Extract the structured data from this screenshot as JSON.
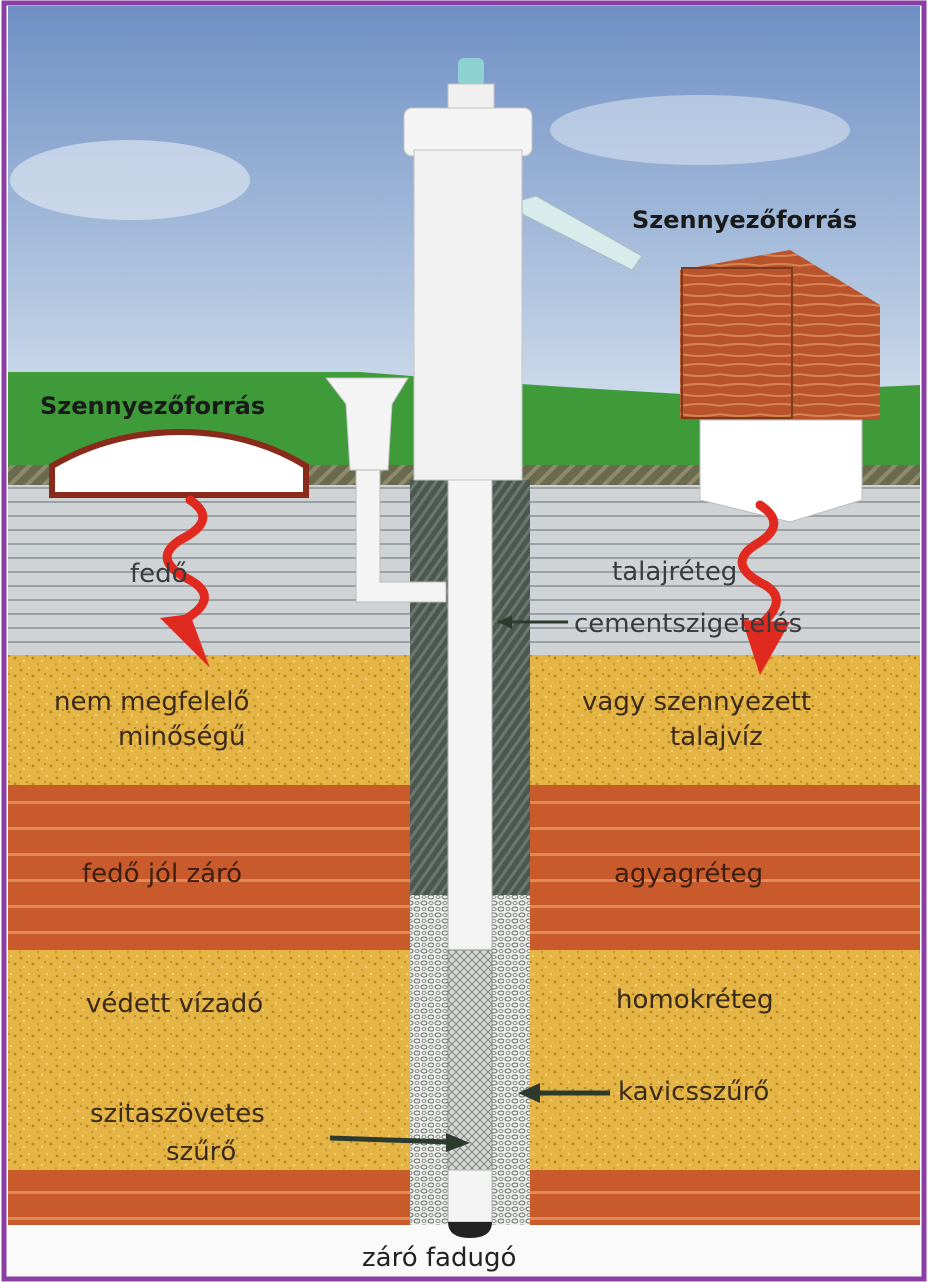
{
  "diagram": {
    "labels": {
      "source_left": "Szennyezőforrás",
      "source_right": "Szennyezőforrás",
      "cover_left": "fedő",
      "soil_layer": "talajréteg",
      "cement": "cementszigetelés",
      "bad_quality_1": "nem megfelelő",
      "bad_quality_2": "minőségű",
      "contaminated_1": "vagy szennyezett",
      "contaminated_2": "talajvíz",
      "cover_sealing": "fedő jól záró",
      "clay_layer": "agyagréteg",
      "protected_aquifer": "védett vízadó",
      "sand_layer": "homokréteg",
      "gravel_filter": "kavicsszűrő",
      "screen_filter_1": "szitaszövetes",
      "screen_filter_2": "szűrő",
      "end_plug": "záró fadugó"
    },
    "colors": {
      "sky_top": "#6f8fc4",
      "sky_bottom": "#c9d8ea",
      "grass": "#3f9a3a",
      "soil_gray": "#c8ccd0",
      "sand": "#e2b243",
      "clay": "#c8582a",
      "pipe": "#f4f4f4",
      "cement": "#4f5a52",
      "arrow_red": "#e02a1f",
      "border": "#8b3fa6"
    }
  }
}
